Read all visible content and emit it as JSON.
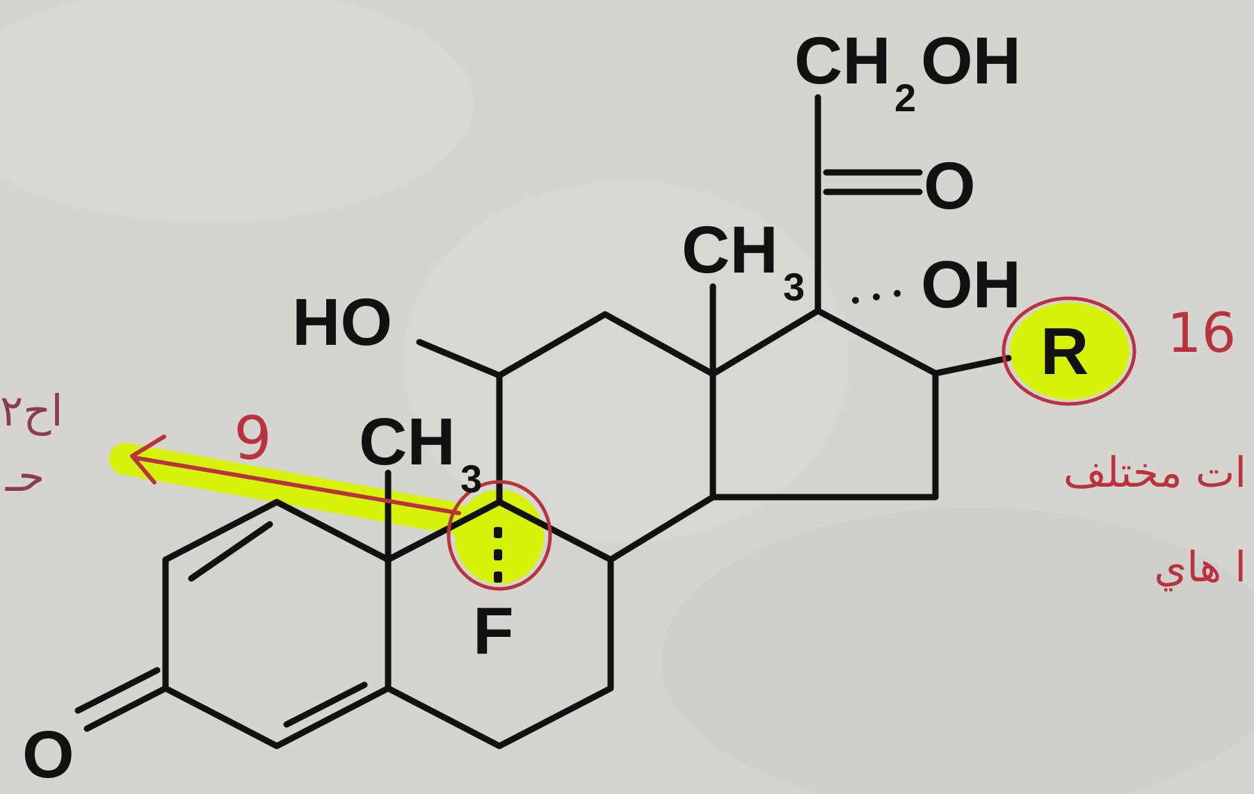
{
  "structure": {
    "atoms": {
      "ch2oh_ch2": "CH",
      "ch2oh_sub": "2",
      "ch2oh_oh": "OH",
      "ketone_side_o": "O",
      "c13_methyl_ch": "CH",
      "c13_methyl_sub": "3",
      "c17_oh": "OH",
      "c11_ho": "HO",
      "c10_methyl_ch": "CH",
      "c10_methyl_sub": "3",
      "c9_fluorine": "F",
      "c3_ketone_o": "O",
      "r_group": "R"
    }
  },
  "annotations": {
    "position_9_label": "9",
    "position_16_label": "16",
    "arabic_note_left_top": "اح٢",
    "arabic_note_left_bottom": "حـ",
    "arabic_note_right_1": "ات مختلف",
    "arabic_note_right_2": "ا هاي"
  },
  "colors": {
    "background": "#d5d4cf",
    "ink": "#111111",
    "highlighter": "#d7f20a",
    "annotation_pen": "#b8323f",
    "annotation_pen_left": "#8a3c52"
  }
}
